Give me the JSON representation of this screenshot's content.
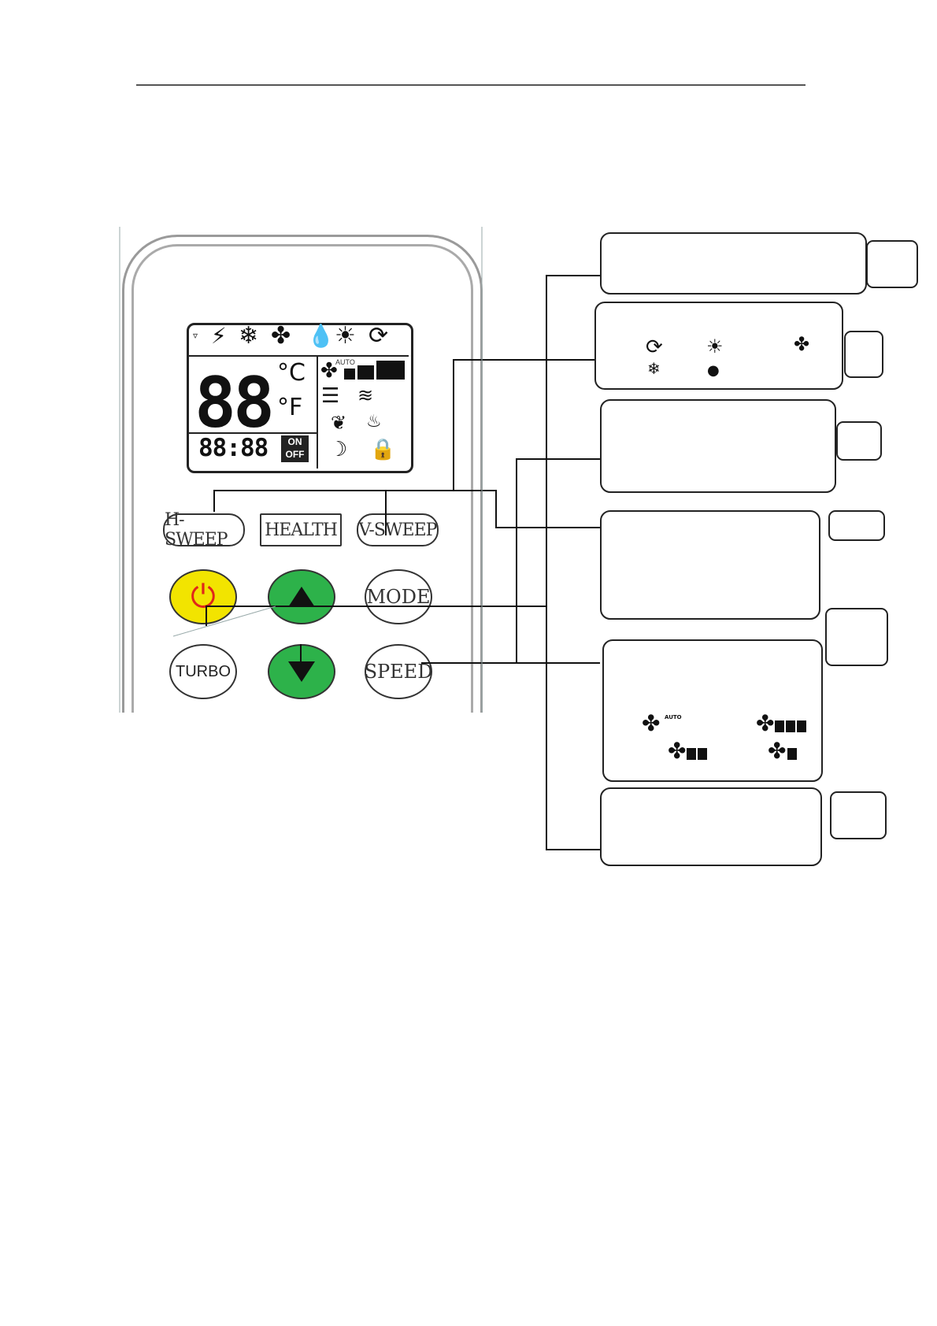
{
  "remote": {
    "display": {
      "temperature": "88",
      "celsius_unit": "°C",
      "fahrenheit_unit": "°F",
      "clock": "88:88",
      "on_label": "ON",
      "off_label": "OFF",
      "fan_auto_label": "AUTO",
      "icons": [
        "signal-icon",
        "turbo-icon",
        "cool-icon",
        "fan-icon",
        "dry-icon",
        "heat-icon",
        "auto-mode-icon",
        "fan-speed-icon",
        "h-sweep-icon",
        "v-sweep-icon",
        "health-icon",
        "heater-icon",
        "sleep-icon",
        "lock-icon"
      ]
    },
    "buttons": {
      "h_sweep": "H-SWEEP",
      "health": "HEALTH",
      "v_sweep": "V-SWEEP",
      "mode": "MODE",
      "turbo": "TURBO",
      "speed": "SPEED"
    },
    "colors": {
      "power": "#f2e400",
      "power_symbol": "#e0261a",
      "arrows": "#2db24a"
    }
  },
  "callouts": {
    "mode_icons": [
      "auto-mode-icon",
      "heat-icon",
      "fan-icon",
      "cool-icon",
      "dry-icon"
    ],
    "fan_speed_icons": [
      {
        "icon": "fan-icon",
        "label": "AUTO"
      },
      {
        "icon": "fan-icon",
        "bars": 3
      },
      {
        "icon": "fan-icon",
        "bars": 2
      },
      {
        "icon": "fan-icon",
        "bars": 1
      }
    ]
  }
}
